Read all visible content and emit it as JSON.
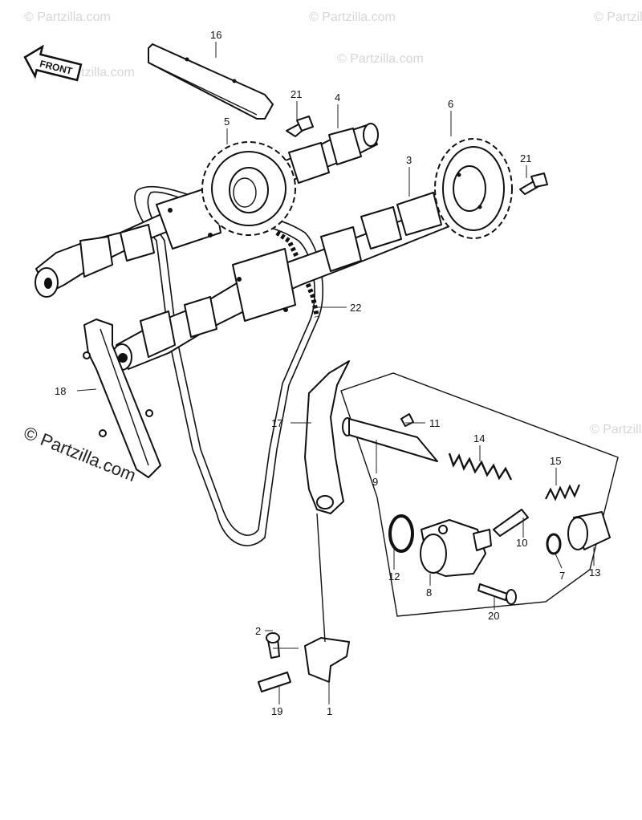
{
  "watermark": {
    "small_text": "© Partzilla.com",
    "large_text": "© Partzilla.com"
  },
  "front_arrow": {
    "label": "FRONT"
  },
  "callouts": {
    "p1": "1",
    "p2": "2",
    "p3": "3",
    "p4": "4",
    "p5": "5",
    "p6": "6",
    "p7": "7",
    "p8": "8",
    "p9": "9",
    "p10": "10",
    "p11": "11",
    "p12": "12",
    "p13": "13",
    "p14": "14",
    "p15": "15",
    "p16": "16",
    "p17": "17",
    "p18": "18",
    "p19": "19",
    "p20": "20",
    "p21a": "21",
    "p21b": "21",
    "p22": "22"
  },
  "colors": {
    "line": "#111111",
    "watermark": "#d6d6d6",
    "background": "#ffffff"
  }
}
